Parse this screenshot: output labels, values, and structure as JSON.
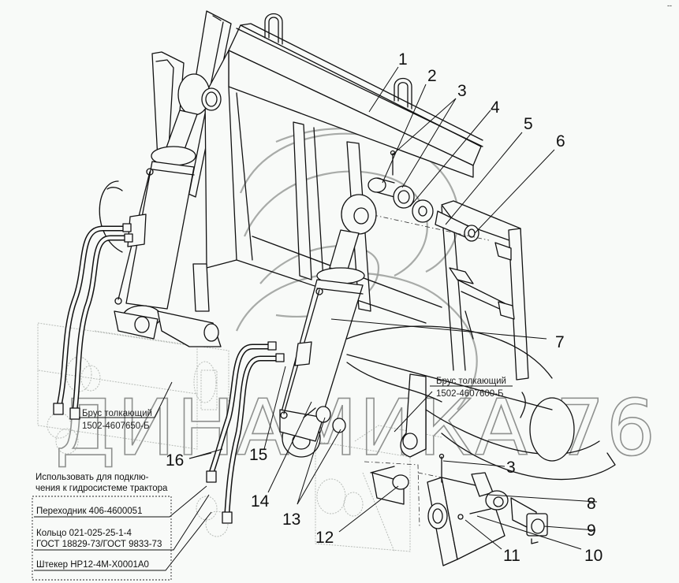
{
  "diagram": {
    "type": "exploded parts assembly drawing",
    "subject": "Hydraulic pusher bar frame assembly",
    "watermark": "ДИНАМИКА 76",
    "corner_mark": "--",
    "callouts": [
      {
        "id": "1",
        "label": "1"
      },
      {
        "id": "2",
        "label": "2"
      },
      {
        "id": "3",
        "label": "3"
      },
      {
        "id": "3b",
        "label": "3"
      },
      {
        "id": "4",
        "label": "4"
      },
      {
        "id": "5",
        "label": "5"
      },
      {
        "id": "6",
        "label": "6"
      },
      {
        "id": "7",
        "label": "7"
      },
      {
        "id": "8",
        "label": "8"
      },
      {
        "id": "9",
        "label": "9"
      },
      {
        "id": "10",
        "label": "10"
      },
      {
        "id": "11",
        "label": "11"
      },
      {
        "id": "12",
        "label": "12"
      },
      {
        "id": "13",
        "label": "13"
      },
      {
        "id": "14",
        "label": "14"
      },
      {
        "id": "15",
        "label": "15"
      },
      {
        "id": "16",
        "label": "16"
      }
    ],
    "part_labels": {
      "right_bar": {
        "line1": "Брус толкающий",
        "line2": "1502-4607600-Б"
      },
      "left_bar": {
        "line1": "Брус толкающий",
        "line2": "1502-4607650-Б"
      }
    },
    "note": {
      "heading_line1": "Использовать для подклю-",
      "heading_line2": "чения к гидросистеме трактора",
      "items": [
        {
          "line1": "Переходник 406-4600051"
        },
        {
          "line1": "Кольцо 021-025-25-1-4",
          "line2": "ГОСТ 18829-73/ГОСТ 9833-73"
        },
        {
          "line1": "Штекер НР12-4М-Х0001А0"
        }
      ]
    }
  }
}
